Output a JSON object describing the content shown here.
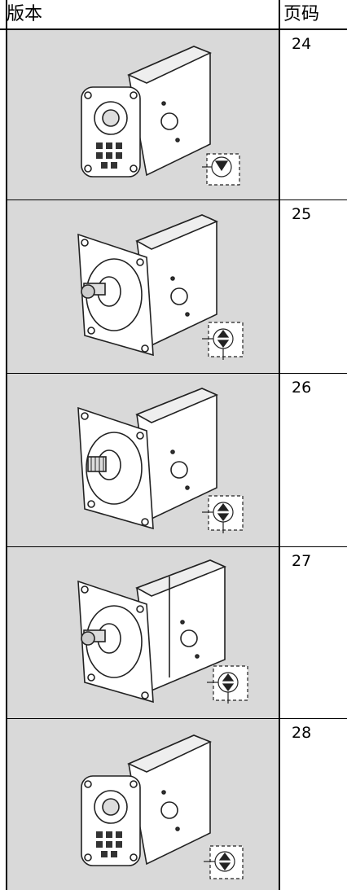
{
  "table": {
    "headers": {
      "version": "版本",
      "page": "页码"
    },
    "rows": [
      {
        "page": "24",
        "pump": "rear-flange-pump-icon"
      },
      {
        "page": "25",
        "pump": "square-flange-tapered-shaft-pump-icon"
      },
      {
        "page": "26",
        "pump": "square-flange-splined-shaft-pump-icon"
      },
      {
        "page": "27",
        "pump": "square-flange-tapered-shaft-pump-icon"
      },
      {
        "page": "28",
        "pump": "rear-flange-pump-icon"
      }
    ]
  }
}
